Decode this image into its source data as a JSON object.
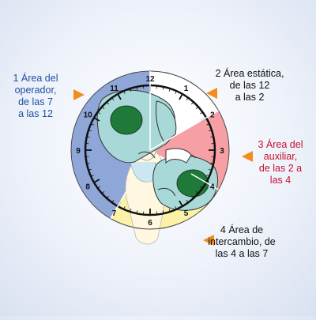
{
  "clock_numbers": [
    "12",
    "1",
    "2",
    "3",
    "4",
    "5",
    "6",
    "7",
    "8",
    "9",
    "10",
    "11"
  ],
  "zones": [
    {
      "id": "operador",
      "lines": [
        "1 Área del",
        "operador,",
        "de las 7",
        "a las 12"
      ],
      "color": "#8fa6d8",
      "text_color": "#1f4fa0"
    },
    {
      "id": "estatica",
      "lines": [
        "2 Área estática,",
        "de las 12",
        "a las 2"
      ],
      "color": "#ffffff",
      "text_color": "#111111"
    },
    {
      "id": "auxiliar",
      "lines": [
        "3 Área del",
        "auxiliar,",
        "de las 2 a",
        "las 4"
      ],
      "color": "#f6a0a6",
      "text_color": "#c8102e"
    },
    {
      "id": "intercambio",
      "lines": [
        "4 Área de",
        "intercambio, de",
        "las 4 a las 7"
      ],
      "color": "#fbf2a8",
      "text_color": "#111111"
    }
  ],
  "arrow_color": "#f28c1e"
}
